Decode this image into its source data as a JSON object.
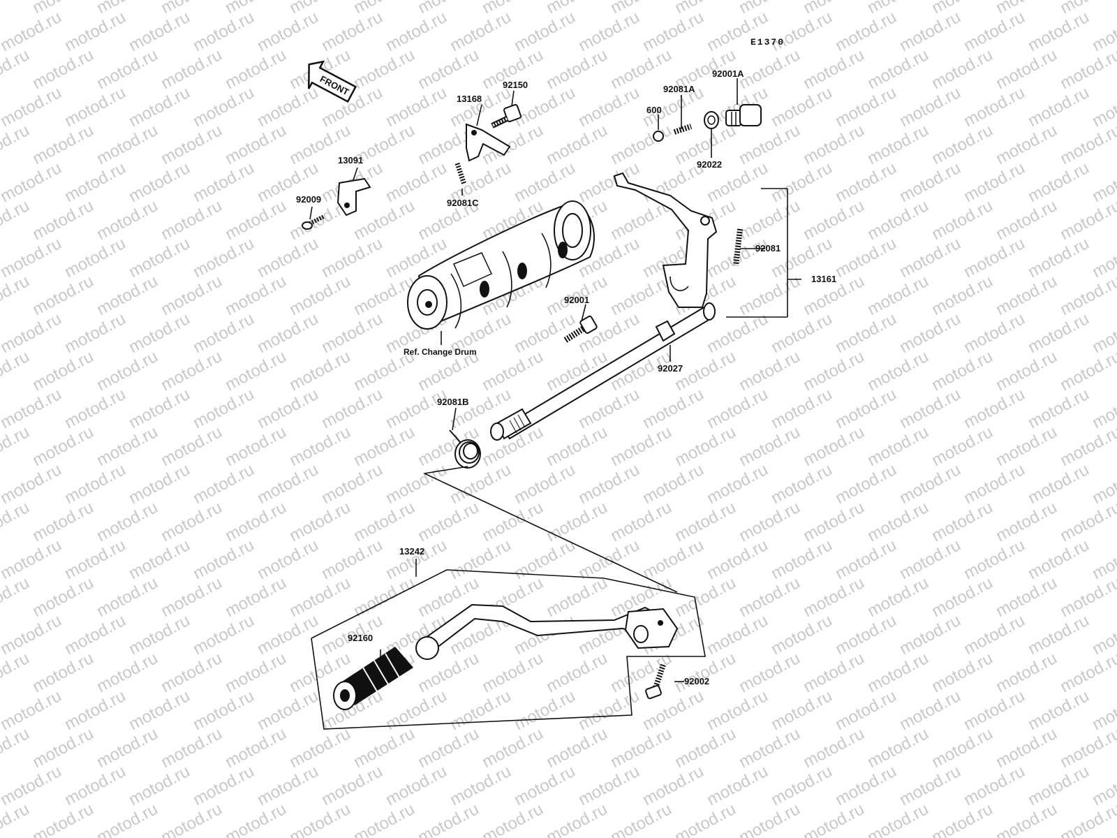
{
  "diagram": {
    "code": "E1370",
    "front_label": "FRONT",
    "drum_ref": "Ref. Change Drum",
    "watermark": "motod.ru",
    "callouts": {
      "p92150": "92150",
      "p13168": "13168",
      "p13091": "13091",
      "p92009": "92009",
      "p92081C": "92081C",
      "p600": "600",
      "p92081A": "92081A",
      "p92001A": "92001A",
      "p92022": "92022",
      "p92081": "92081",
      "p13161": "13161",
      "p92001": "92001",
      "p92027": "92027",
      "p92081B": "92081B",
      "p13242": "13242",
      "p92160": "92160",
      "p92002": "92002"
    }
  }
}
